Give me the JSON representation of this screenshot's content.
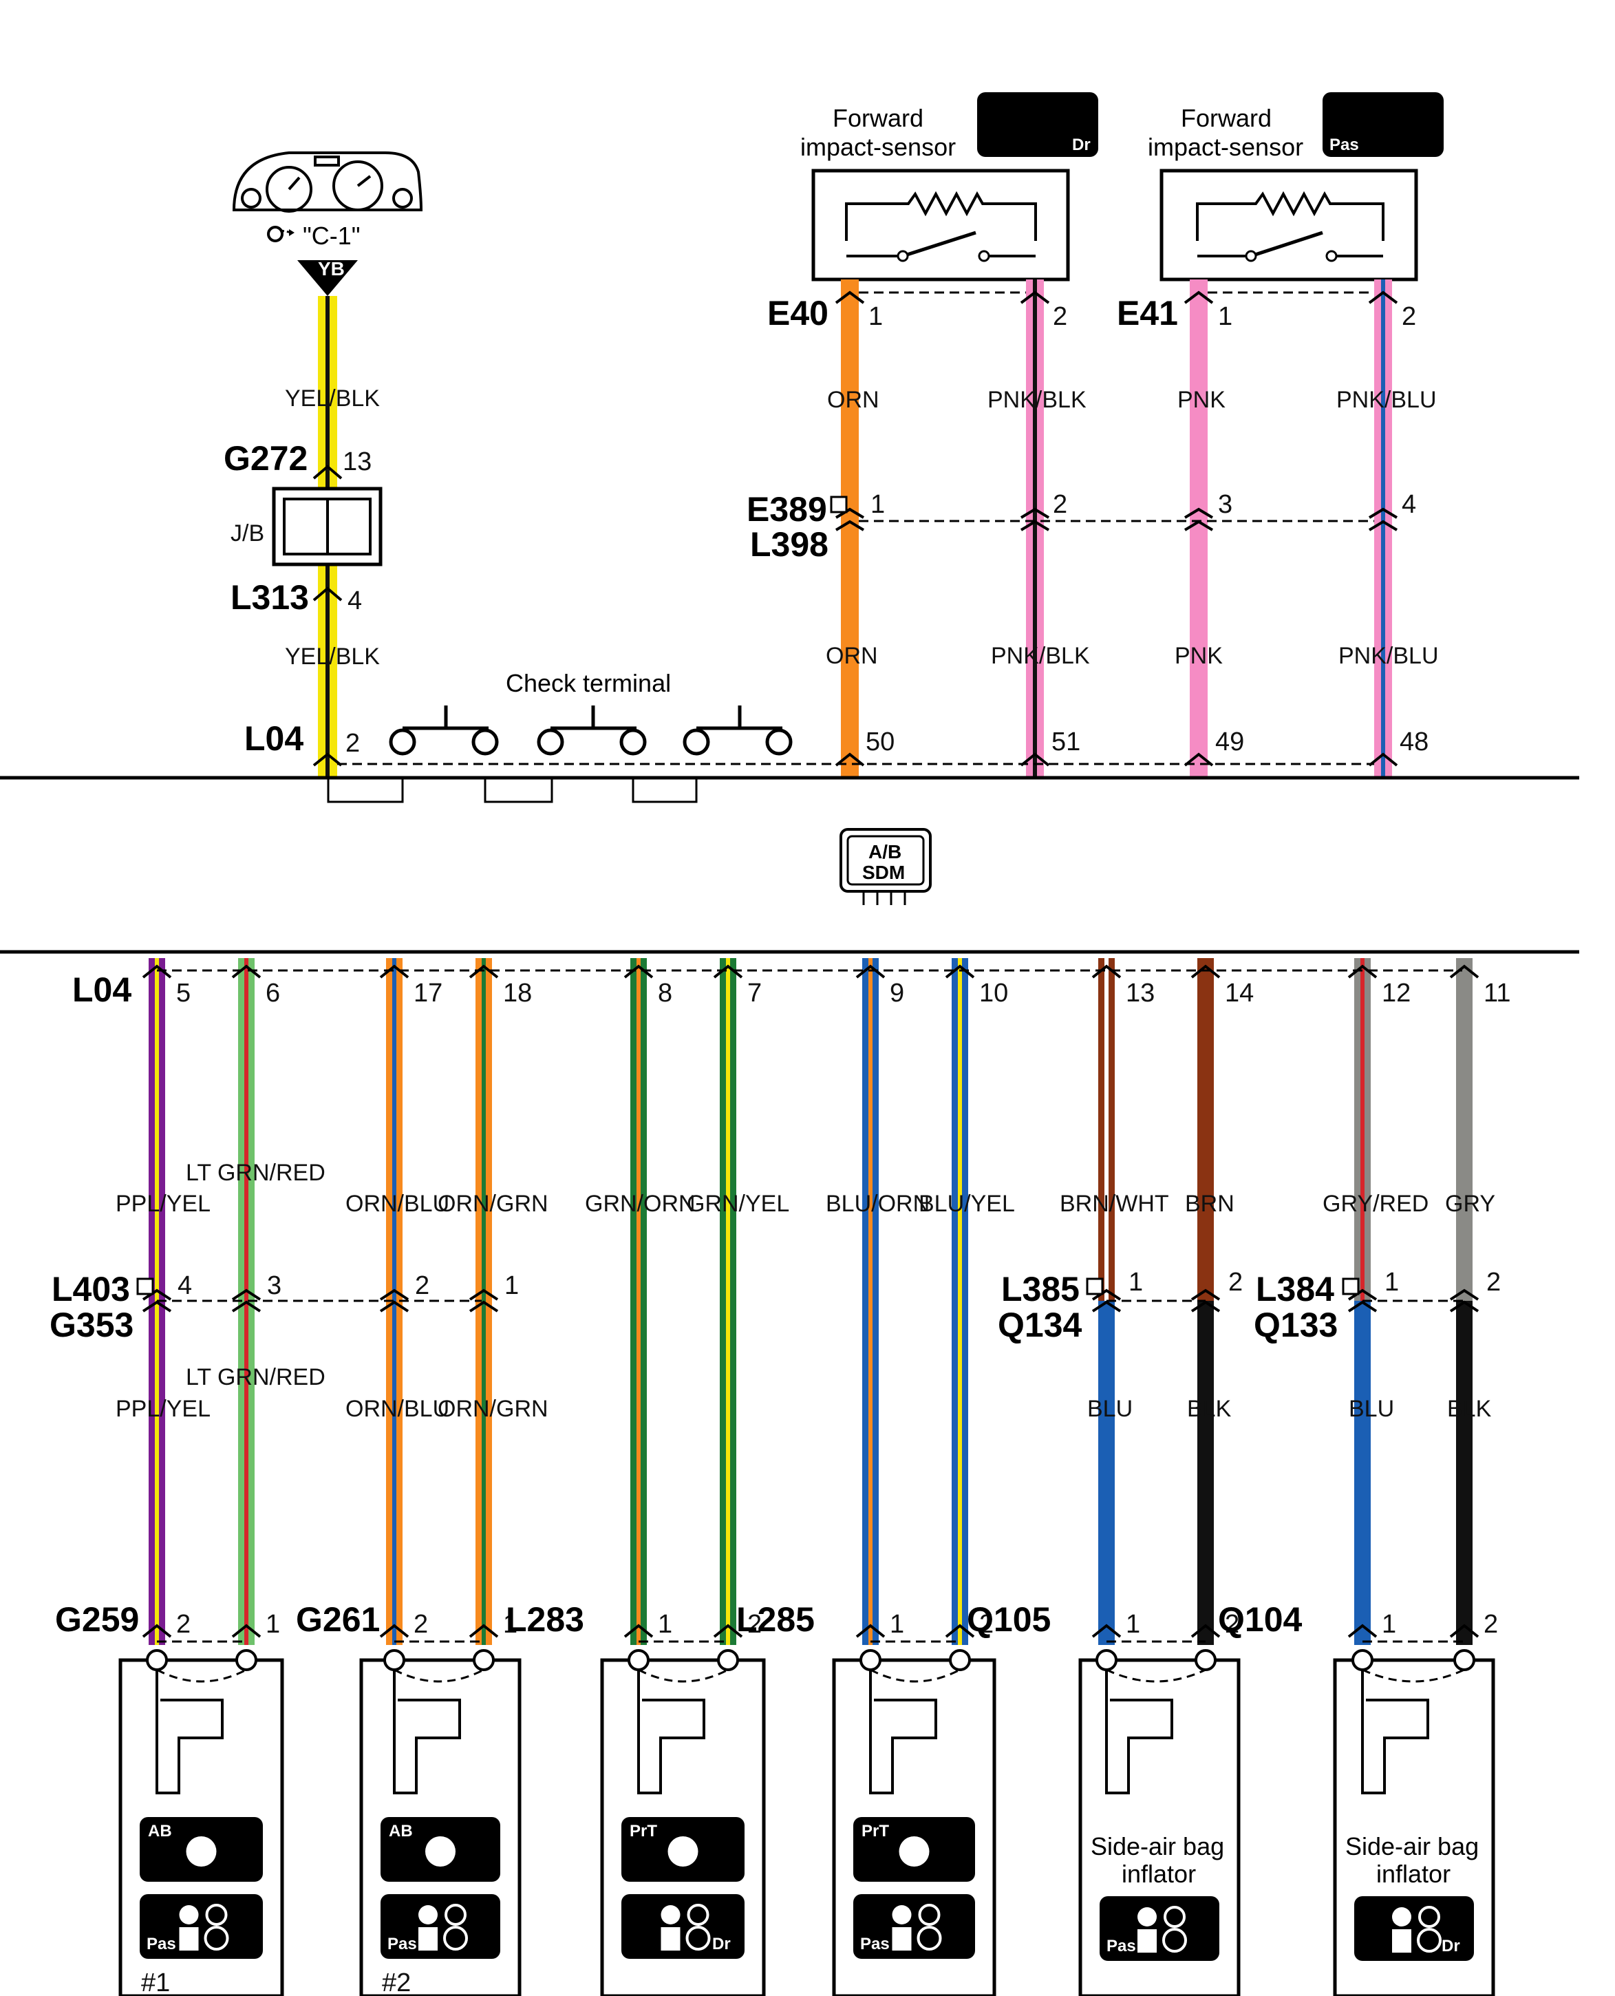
{
  "colors": {
    "YEL": "#f5e60a",
    "ORN": "#f78a1e",
    "PNK": "#f58cc4",
    "PPL": "#7a1c91",
    "GRN": "#1c7a35",
    "LTGRN": "#6fc26b",
    "RED": "#d7262b",
    "BLU": "#1b5fb4",
    "BRN": "#8a3312",
    "WHT": "#ffffff",
    "BLK": "#111111",
    "GRY": "#8a8a86"
  },
  "top": {
    "cluster": {
      "label": "\"C-1\"",
      "tag": "YB"
    },
    "jb_label": "J/B",
    "check_terminal_label": "Check terminal",
    "connectors": {
      "g272": "G272",
      "l313": "L313",
      "l04": "L04",
      "e40": "E40",
      "e41": "E41",
      "e389": "E389",
      "l398": "L398"
    },
    "pins": {
      "g272": "13",
      "l313": "4",
      "l04_a": "2",
      "e40_a": "1",
      "e40_b": "2",
      "e41_a": "1",
      "e41_b": "2",
      "e389_1": "1",
      "e389_2": "2",
      "e389_3": "3",
      "e389_4": "4",
      "l04_50": "50",
      "l04_51": "51",
      "l04_49": "49",
      "l04_48": "48"
    },
    "sensors": [
      {
        "title1": "Forward",
        "title2": "impact-sensor",
        "badge_left": "",
        "badge_right": "Dr"
      },
      {
        "title1": "Forward",
        "title2": "impact-sensor",
        "badge_left": "Pas",
        "badge_right": ""
      }
    ],
    "wire_labels_upper": {
      "yb": "YEL/BLK",
      "orn": "ORN",
      "pnkblk": "PNK/BLK",
      "pnk": "PNK",
      "pnkblu": "PNK/BLU"
    },
    "wire_labels_lower": {
      "yb": "YEL/BLK",
      "orn": "ORN",
      "pnkblk": "PNK/BLK",
      "pnk": "PNK",
      "pnkblu": "PNK/BLU"
    }
  },
  "sdm": {
    "line1": "A/B",
    "line2": "SDM"
  },
  "bottom": {
    "l04": "L04",
    "pins_l04": [
      "5",
      "6",
      "17",
      "18",
      "8",
      "7",
      "9",
      "10",
      "13",
      "14",
      "12",
      "11"
    ],
    "wire_labels": [
      "PPL/YEL",
      "LT GRN/RED",
      "ORN/BLU",
      "ORN/GRN",
      "GRN/ORN",
      "GRN/YEL",
      "BLU/ORN",
      "BLU/YEL",
      "BRN/WHT",
      "BRN",
      "GRY/RED",
      "GRY"
    ],
    "mid_connectors": {
      "l403": "L403",
      "g353": "G353",
      "l385": "L385",
      "q134": "Q134",
      "l384": "L384",
      "q133": "Q133"
    },
    "mid_pins": [
      "4",
      "3",
      "2",
      "1",
      "1",
      "2",
      "1",
      "2"
    ],
    "wire_labels_low": [
      "PPL/YEL",
      "LT GRN/RED",
      "ORN/BLU",
      "ORN/GRN",
      "BLU",
      "BLK",
      "BLU",
      "BLK"
    ],
    "modules": [
      {
        "connector": "G259",
        "pin_left": "2",
        "pin_right": "1",
        "caption1": "",
        "caption2": "",
        "badge_top": "AB",
        "badge_bottom_left": "Pas",
        "badge_bottom_right": "",
        "number": "#1"
      },
      {
        "connector": "G261",
        "pin_left": "2",
        "pin_right": "1",
        "caption1": "",
        "caption2": "",
        "badge_top": "AB",
        "badge_bottom_left": "Pas",
        "badge_bottom_right": "",
        "number": "#2"
      },
      {
        "connector": "L283",
        "pin_left": "1",
        "pin_right": "2",
        "caption1": "",
        "caption2": "",
        "badge_top": "PrT",
        "badge_bottom_left": "",
        "badge_bottom_right": "Dr",
        "number": ""
      },
      {
        "connector": "L285",
        "pin_left": "1",
        "pin_right": "2",
        "caption1": "",
        "caption2": "",
        "badge_top": "PrT",
        "badge_bottom_left": "Pas",
        "badge_bottom_right": "",
        "number": ""
      },
      {
        "connector": "Q105",
        "pin_left": "1",
        "pin_right": "2",
        "caption1": "Side-air bag",
        "caption2": "inflator",
        "badge_top": "",
        "badge_bottom_left": "Pas",
        "badge_bottom_right": "",
        "number": ""
      },
      {
        "connector": "Q104",
        "pin_left": "1",
        "pin_right": "2",
        "caption1": "Side-air bag",
        "caption2": "inflator",
        "badge_top": "",
        "badge_bottom_left": "",
        "badge_bottom_right": "Dr",
        "number": ""
      }
    ]
  }
}
